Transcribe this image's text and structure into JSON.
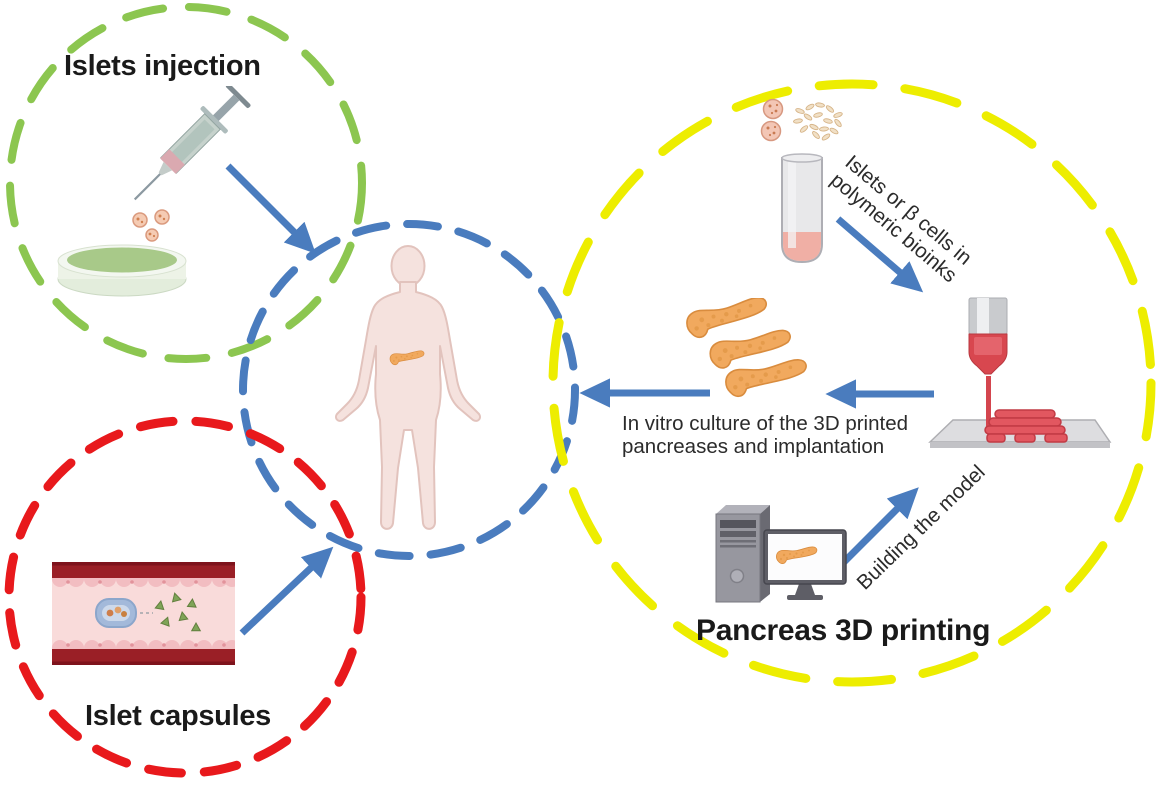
{
  "labels": {
    "islets_injection": "Islets injection",
    "islet_capsules": "Islet capsules",
    "pancreas_3d_printing": "Pancreas 3D printing"
  },
  "annotations": {
    "bioinks_line1": "Islets or β cells in",
    "bioinks_line2": "polymeric bioinks",
    "in_vitro_line1": "In vitro culture of the 3D printed",
    "in_vitro_line2": "pancreases and implantation",
    "building_model": "Building the model"
  },
  "icons": {
    "syringe": "syringe-icon",
    "petri_dish": "petri-dish-icon",
    "islet_drops": "islet-cells-icon",
    "human_body": "human-body-icon",
    "pancreas_in_body": "pancreas-in-body-icon",
    "blood_vessel": "blood-vessel-icon",
    "islet_capsule": "islet-capsule-icon",
    "insulin_particles": "insulin-particles-icon",
    "islets_and_beta_cells": "islets-beta-cells-icon",
    "test_tube": "test-tube-icon",
    "bioprinter": "bioprinter-icon",
    "printed_pancreases": "printed-pancreases-icon",
    "computer": "computer-icon"
  },
  "colors": {
    "green_circle": "#8CC650",
    "blue_circle": "#4A7CBE",
    "red_circle": "#E8191C",
    "yellow_circle": "#EDED00",
    "arrow": "#4A7CBE",
    "pancreas": "#F1A95E",
    "skin": "#F5E2DE",
    "title_text": "#1A1A1A",
    "annotation_text": "#2B2B2B"
  }
}
